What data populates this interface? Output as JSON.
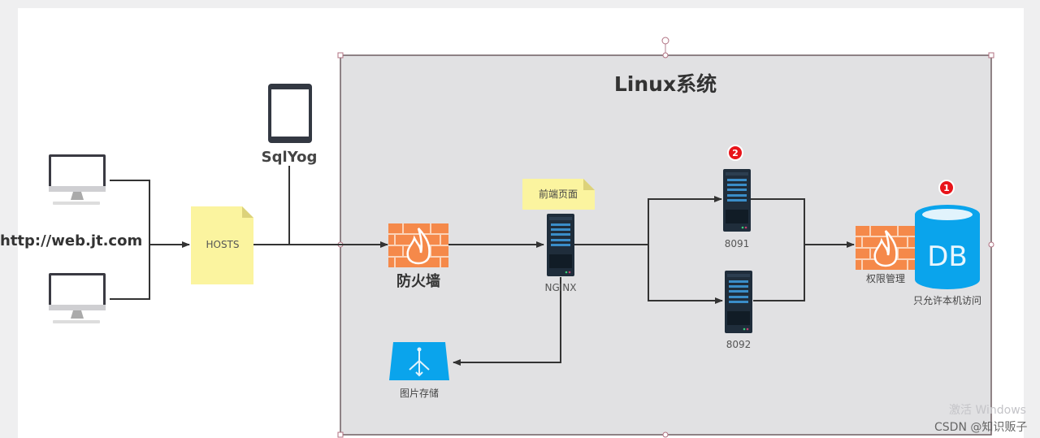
{
  "diagram": {
    "container_title": "Linux系统",
    "client_url": "http://web.jt.com",
    "hosts_label": "HOSTS",
    "sqlyog_label": "SqlYog",
    "firewall_label": "防火墙",
    "note_label": "前端页面",
    "nginx_label": "NGINX",
    "server1_label": "8091",
    "server2_label": "8092",
    "server1_badge": "2",
    "db_badge": "1",
    "db_firewall_label": "权限管理",
    "db_text": "DB",
    "db_label": "只允许本机访问",
    "storage_label": "图片存储"
  },
  "watermark": {
    "windows": "激活 Windows",
    "csdn": "CSDN @知识贩子"
  },
  "colors": {
    "container_fill": "#e1e1e3",
    "firewall": "#f5894a",
    "db": "#0aa4ec",
    "note": "#fbf49f",
    "server": "#1f2d3b"
  }
}
